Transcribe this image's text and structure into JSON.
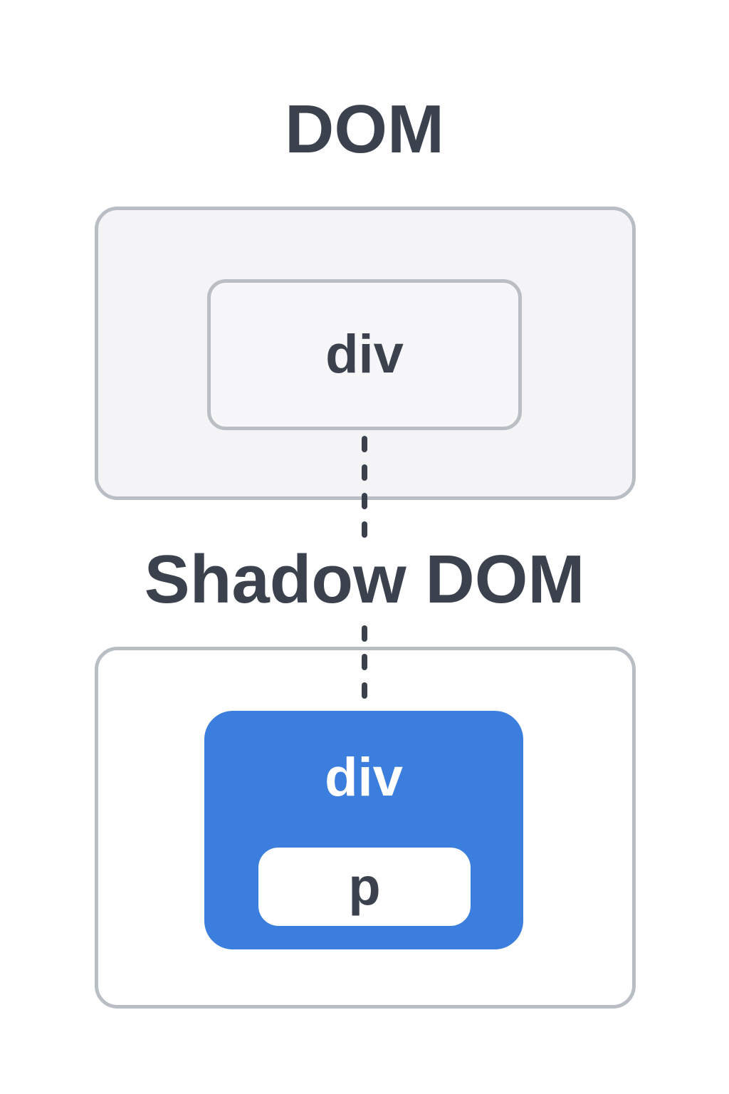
{
  "diagram": {
    "dom": {
      "title": "DOM",
      "node_label": "div"
    },
    "shadow": {
      "title": "Shadow DOM",
      "host_label": "div",
      "child_label": "p"
    },
    "connector": {
      "style": "dashed",
      "meaning": "shadow-root attachment between DOM div and Shadow DOM subtree"
    },
    "colors": {
      "accent_blue": "#3b7edd",
      "container_border": "#b9bec5",
      "dom_container_fill": "#f4f4f6",
      "dom_node_fill": "#f7f7f9",
      "shadow_container_fill": "#ffffff",
      "text_dark": "#3b424d",
      "node_text_on_blue": "#ffffff",
      "connector": "#3a414b",
      "background": "#ffffff"
    }
  }
}
